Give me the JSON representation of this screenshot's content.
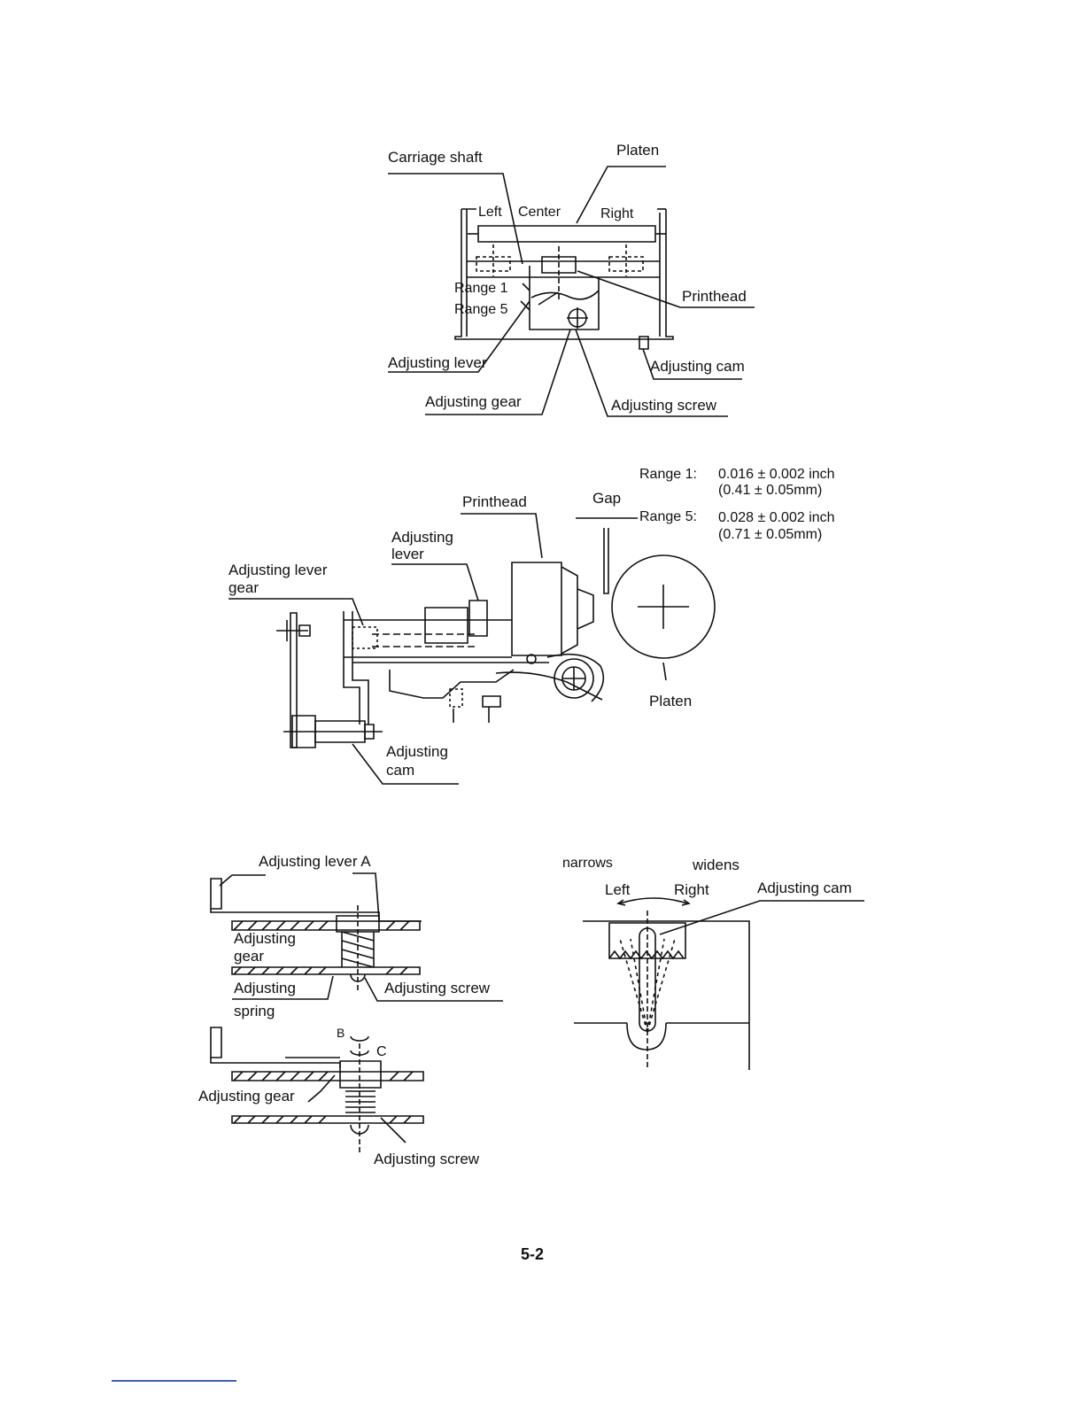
{
  "figure1": {
    "carriage_shaft": "Carriage shaft",
    "platen": "Platen",
    "left": "Left",
    "center": "Center",
    "right": "Right",
    "range1": "Range 1",
    "range5": "Range 5",
    "printhead": "Printhead",
    "adjusting_lever": "Adjusting lever",
    "adjusting_cam": "Adjusting cam",
    "adjusting_gear": "Adjusting gear",
    "adjusting_screw": "Adjusting screw"
  },
  "figure2": {
    "range1_label": "Range 1:",
    "range1_inch": "0.016 ± 0.002 inch",
    "range1_mm": "(0.41 ± 0.05mm)",
    "range5_label": "Range 5:",
    "range5_inch": "0.028 ± 0.002 inch",
    "range5_mm": "(0.71 ± 0.05mm)",
    "gap": "Gap",
    "printhead": "Printhead",
    "adjusting_lever_line1": "Adjusting",
    "adjusting_lever_line2": "lever",
    "lever_gear_line1": "Adjusting lever",
    "lever_gear_line2": "gear",
    "platen": "Platen",
    "cam_line1": "Adjusting",
    "cam_line2": "cam"
  },
  "figure3": {
    "adjusting_lever_a": "Adjusting lever A",
    "gear_line1": "Adjusting",
    "gear_line2": "gear",
    "spring_line1": "Adjusting",
    "spring_line2": "spring",
    "adjusting_screw_top": "Adjusting screw",
    "b": "B",
    "c": "C",
    "adjusting_gear": "Adjusting gear",
    "adjusting_screw_bottom": "Adjusting screw"
  },
  "figure4": {
    "narrows": "narrows",
    "widens": "widens",
    "left": "Left",
    "right": "Right",
    "adjusting_cam": "Adjusting cam"
  },
  "page": {
    "number": "5-2"
  }
}
